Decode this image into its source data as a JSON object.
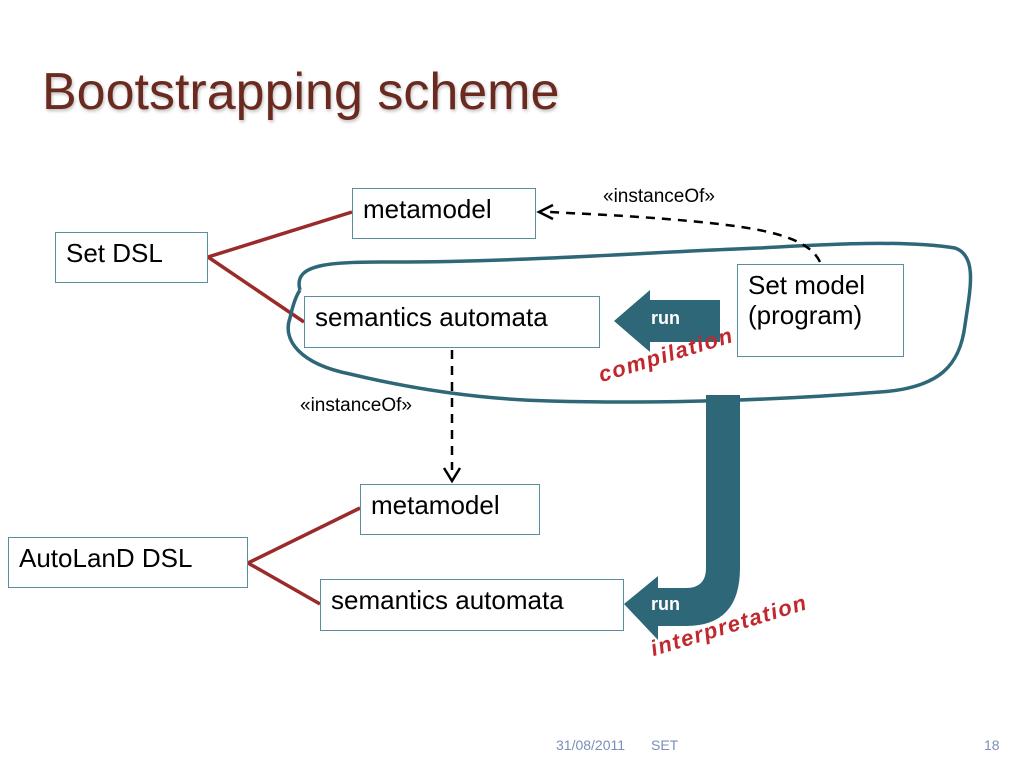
{
  "slide": {
    "title": "Bootstrapping scheme",
    "footer": {
      "date": "31/08/2011",
      "label": "SET",
      "page": "18"
    }
  },
  "diagram": {
    "nodes": {
      "set_dsl": "Set DSL",
      "metamodel_top": "metamodel",
      "semantics_top": "semantics automata",
      "set_model_line1": "Set model",
      "set_model_line2": "(program)",
      "metamodel_bottom": "metamodel",
      "autoland_dsl": "AutoLanD DSL",
      "semantics_bottom": "semantics automata"
    },
    "stereotypes": {
      "top": "«instanceOf»",
      "middle": "«instanceOf»"
    },
    "arrows": {
      "run_top": "run",
      "run_bottom": "run"
    },
    "processes": {
      "compilation": "compilation",
      "interpretation": "interpretation"
    },
    "colors": {
      "title": "#6b2a1f",
      "connector": "#9b2a2a",
      "arrow": "#2e6878",
      "box_border": "#5a8fa0",
      "process_label": "#c0282e"
    }
  }
}
